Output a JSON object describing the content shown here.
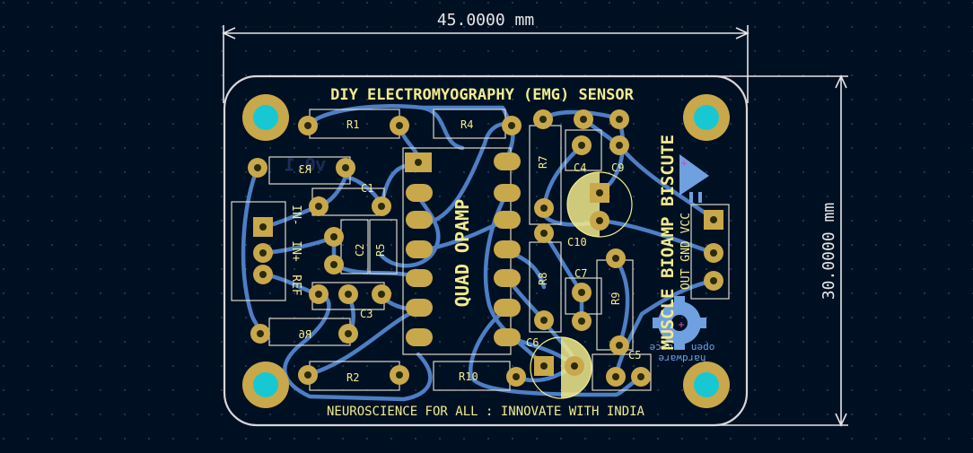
{
  "colors": {
    "background": "#001023",
    "grid": "#3a4a6a",
    "board_outline": "#d8d8d8",
    "dimension": "#e6e6e6",
    "silkscreen": "#f2eb8c",
    "copper_back": "#4d7fc4",
    "pad": "#c8a84a",
    "hole": "#1a2a10",
    "mount_hole": "#17c8d2",
    "back_silk": "#6fa0e0",
    "accent_pink": "#e040c0"
  },
  "dimensions": {
    "width_label": "45.0000 mm",
    "height_label": "30.0000 mm"
  },
  "silkscreen": {
    "title": "DIY ELECTROMYOGRAPHY (EMG) SENSOR",
    "footer": "NEUROSCIENCE FOR ALL : INNOVATE WITH INDIA",
    "board_name": "MUSCLE BIOAMP BISCUTE",
    "ic_label": "QUAD OPAMP",
    "version": "v0.1",
    "output_pins": "OUT GND VCC",
    "input_pins": [
      "IN-",
      "IN+",
      "REF"
    ],
    "open_source": "open source",
    "hardware": "hardware"
  },
  "components": {
    "R1": "R1",
    "R2": "R2",
    "R3": "R3",
    "R4": "R4",
    "R5": "R5",
    "R6": "R6",
    "R7": "R7",
    "R8": "R8",
    "R9": "R9",
    "R10": "R10",
    "C1": "C1",
    "C2": "C2",
    "C3": "C3",
    "C4": "C4",
    "C5": "C5",
    "C6": "C6",
    "C7": "C7",
    "C9": "C9",
    "C10": "C10"
  }
}
